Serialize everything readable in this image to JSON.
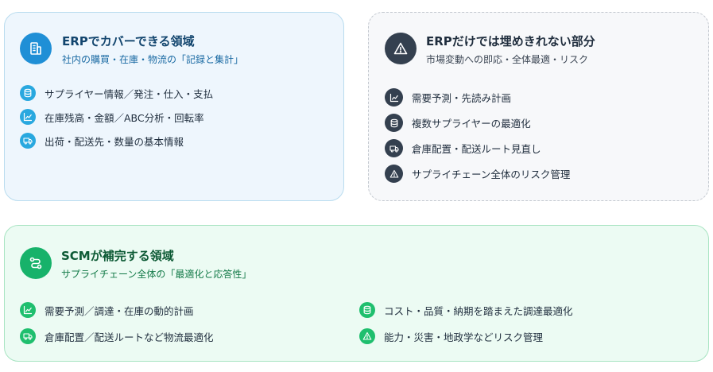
{
  "erp": {
    "icon": "building-icon",
    "title": "ERPでカバーできる領域",
    "subtitle": "社内の購買・在庫・物流の「記録と集計」",
    "items": [
      {
        "icon": "database-icon",
        "label": "サプライヤー情報／発注・仕入・支払"
      },
      {
        "icon": "chart-line-icon",
        "label": "在庫残高・金額／ABC分析・回転率"
      },
      {
        "icon": "truck-icon",
        "label": "出荷・配送先・数量の基本情報"
      }
    ]
  },
  "gap": {
    "icon": "warning-icon",
    "title": "ERPだけでは埋めきれない部分",
    "subtitle": "市場変動への即応・全体最適・リスク",
    "items": [
      {
        "icon": "chart-line-icon",
        "label": "需要予測・先読み計画"
      },
      {
        "icon": "database-icon",
        "label": "複数サプライヤーの最適化"
      },
      {
        "icon": "truck-icon",
        "label": "倉庫配置・配送ルート見直し"
      },
      {
        "icon": "warning-icon",
        "label": "サプライチェーン全体のリスク管理"
      }
    ]
  },
  "scm": {
    "icon": "route-icon",
    "title": "SCMが補完する領域",
    "subtitle": "サプライチェーン全体の「最適化と応答性」",
    "items": [
      {
        "icon": "chart-line-icon",
        "label": "需要予測／調達・在庫の動的計画"
      },
      {
        "icon": "database-icon",
        "label": "コスト・品質・納期を踏まえた調達最適化"
      },
      {
        "icon": "truck-icon",
        "label": "倉庫配置／配送ルートなど物流最適化"
      },
      {
        "icon": "warning-icon",
        "label": "能力・災害・地政学などリスク管理"
      }
    ]
  },
  "colors": {
    "erp_accent": "#1f8fd6",
    "erp_title": "#12456e",
    "gap_accent": "#34404f",
    "scm_accent": "#17b26a",
    "scm_title": "#0d5a35"
  }
}
